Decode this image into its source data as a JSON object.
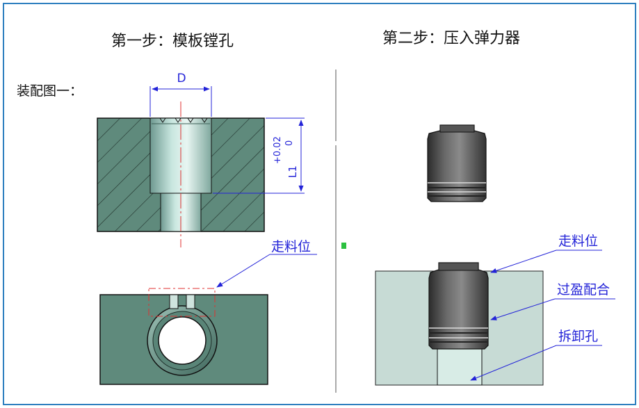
{
  "step1_title": "第一步：模板镗孔",
  "step2_title": "第二步：压入弹力器",
  "assembly_label": "装配图一：",
  "dim_d": "D",
  "dim_l1": "L1",
  "tol_upper": "+0.02",
  "tol_lower": "0",
  "label_feed_left": "走料位",
  "label_feed_right": "走料位",
  "label_interference": "过盈配合",
  "label_removal": "拆卸孔",
  "colors": {
    "frame": "#2e7fbf",
    "block_fill": "#5f8a7c",
    "plate_fill": "#c7dbd5",
    "dim_blue": "#2323d8",
    "center_red": "#e03030",
    "spring_dark": "#4a4a4a"
  }
}
